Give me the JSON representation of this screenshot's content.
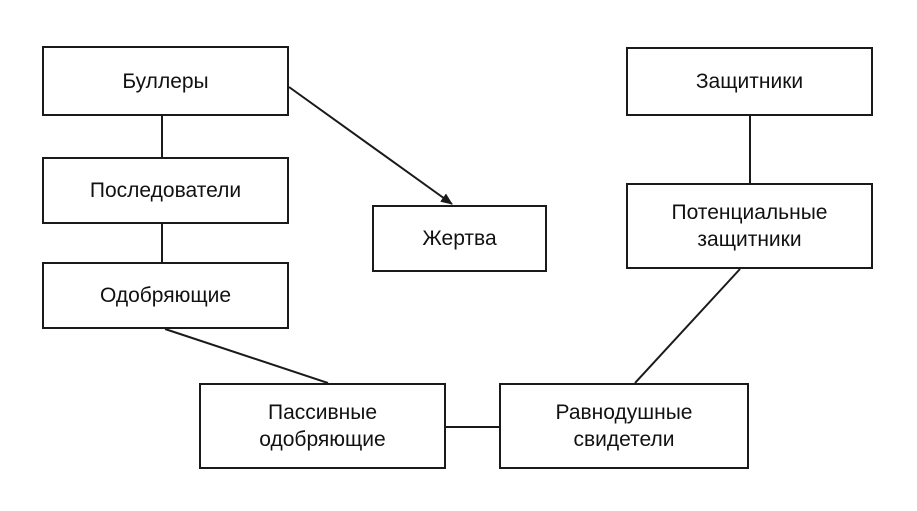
{
  "diagram": {
    "nodes": {
      "bullies": "Буллеры",
      "followers": "Последователи",
      "supporters": "Одобряющие",
      "victim": "Жертва",
      "defenders": "Защитники",
      "potential_defenders": "Потенциальные\nзащитники",
      "passive_supporters": "Пассивные\nодобряющие",
      "indifferent_witnesses": "Равнодушные\nсвидетели"
    },
    "edges": [
      {
        "from": "bullies",
        "to": "followers",
        "arrow": false
      },
      {
        "from": "followers",
        "to": "supporters",
        "arrow": false
      },
      {
        "from": "supporters",
        "to": "passive_supporters",
        "arrow": false
      },
      {
        "from": "passive_supporters",
        "to": "indifferent_witnesses",
        "arrow": false
      },
      {
        "from": "indifferent_witnesses",
        "to": "potential_defenders",
        "arrow": false
      },
      {
        "from": "potential_defenders",
        "to": "defenders",
        "arrow": false
      },
      {
        "from": "bullies",
        "to": "victim",
        "arrow": true
      }
    ],
    "line_color": "#1a1a1a"
  }
}
